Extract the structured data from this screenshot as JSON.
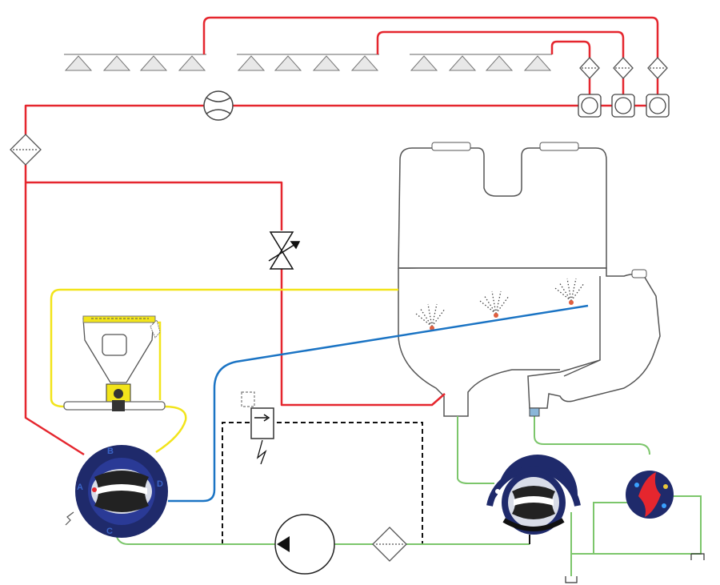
{
  "diagram": {
    "type": "sprayer-plumbing-schematic",
    "colors": {
      "pressure_line": "#e5262e",
      "return_line": "#1b74c4",
      "suction_line": "#7cc66b",
      "rinse_line": "#f2e41b",
      "control_line": "#000000",
      "valve_body": "#1f2a6b",
      "tank_outline": "#333333"
    },
    "main_valve_ports": {
      "a": "A",
      "b": "B",
      "c": "C",
      "d": "D"
    },
    "boom_sections": 3,
    "nozzles_per_section": 4,
    "section_valves": 3,
    "tank_agitators": 3
  }
}
